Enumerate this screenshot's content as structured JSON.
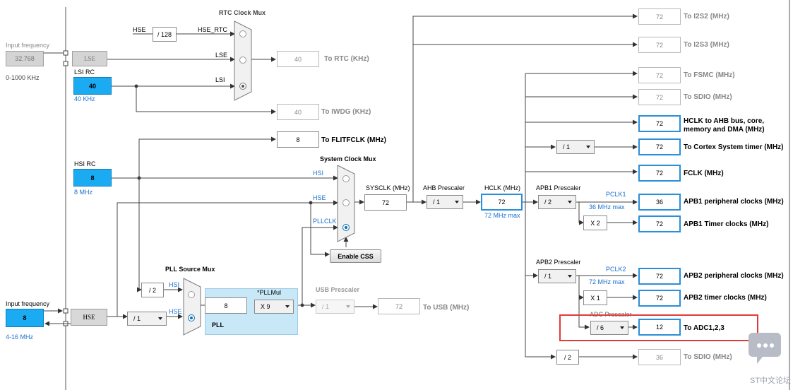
{
  "sources": {
    "lse_input_label": "Input frequency",
    "lse_input_value": "32.768",
    "lse_range": "0-1000 KHz",
    "lse_name": "LSE",
    "lsi_name": "LSI RC",
    "lsi_value": "40",
    "lsi_freq": "40 KHz",
    "hsi_name": "HSI RC",
    "hsi_value": "8",
    "hsi_freq": "8 MHz",
    "hse_input_label": "Input frequency",
    "hse_input_value": "8",
    "hse_range": "4-16 MHz",
    "hse_name": "HSE"
  },
  "rtc": {
    "title": "RTC Clock Mux",
    "hse_label": "HSE",
    "div128": "/ 128",
    "hse_rtc": "HSE_RTC",
    "lse": "LSE",
    "lsi": "LSI",
    "rtc_value": "40",
    "rtc_label": "To RTC (KHz)",
    "iwdg_value": "40",
    "iwdg_label": "To IWDG (KHz)"
  },
  "flitf": {
    "value": "8",
    "label": "To FLITFCLK (MHz)"
  },
  "sysmux": {
    "title": "System Clock Mux",
    "hsi": "HSI",
    "hse": "HSE",
    "pllclk": "PLLCLK",
    "enable_css": "Enable CSS"
  },
  "pll": {
    "source_title": "PLL Source Mux",
    "div2": "/ 2",
    "hsi": "HSI",
    "hse": "HSE",
    "hse_prediv": "/ 1",
    "pll_in": "8",
    "pllmul_label": "*PLLMul",
    "pllmul": "X 9",
    "pll_label": "PLL"
  },
  "usb": {
    "title": "USB Prescaler",
    "div": "/ 1",
    "value": "72",
    "label": "To USB (MHz)"
  },
  "sysclk": {
    "label": "SYSCLK (MHz)",
    "value": "72"
  },
  "ahb": {
    "label": "AHB Prescaler",
    "div": "/ 1"
  },
  "hclk": {
    "label": "HCLK (MHz)",
    "value": "72",
    "max": "72 MHz max"
  },
  "apb1": {
    "label": "APB1 Prescaler",
    "div": "/ 2",
    "pclk": "PCLK1",
    "max": "36 MHz max",
    "timer_mul": "X 2"
  },
  "apb2": {
    "label": "APB2 Prescaler",
    "div": "/ 1",
    "pclk": "PCLK2",
    "max": "72 MHz max",
    "timer_mul": "X 1",
    "adc_label": "ADC Prescaler",
    "adc_div": "/ 6"
  },
  "cortex_div": "/ 1",
  "sdio_div": "/ 2",
  "outputs": [
    {
      "value": "72",
      "label": "To I2S2 (MHz)"
    },
    {
      "value": "72",
      "label": "To I2S3 (MHz)"
    },
    {
      "value": "72",
      "label": "To FSMC (MHz)"
    },
    {
      "value": "72",
      "label": "To SDIO (MHz)"
    },
    {
      "value": "72",
      "label": "HCLK to AHB bus, core,",
      "label2": "memory and DMA (MHz)"
    },
    {
      "value": "72",
      "label": "To Cortex System timer (MHz)"
    },
    {
      "value": "72",
      "label": "FCLK (MHz)"
    },
    {
      "value": "36",
      "label": "APB1 peripheral clocks (MHz)"
    },
    {
      "value": "72",
      "label": "APB1 Timer clocks (MHz)"
    },
    {
      "value": "72",
      "label": "APB2 peripheral clocks (MHz)"
    },
    {
      "value": "72",
      "label": "APB2 timer clocks (MHz)"
    },
    {
      "value": "12",
      "label": "To ADC1,2,3"
    },
    {
      "value": "36",
      "label": "To SDIO (MHz)"
    }
  ],
  "watermark": "ST中文论坛",
  "colors": {
    "source_blue": "#1aabf2",
    "value_border_blue": "#2a8fd8",
    "highlight_red": "#e23a3a",
    "pll_panel": "#c9e8f7"
  }
}
